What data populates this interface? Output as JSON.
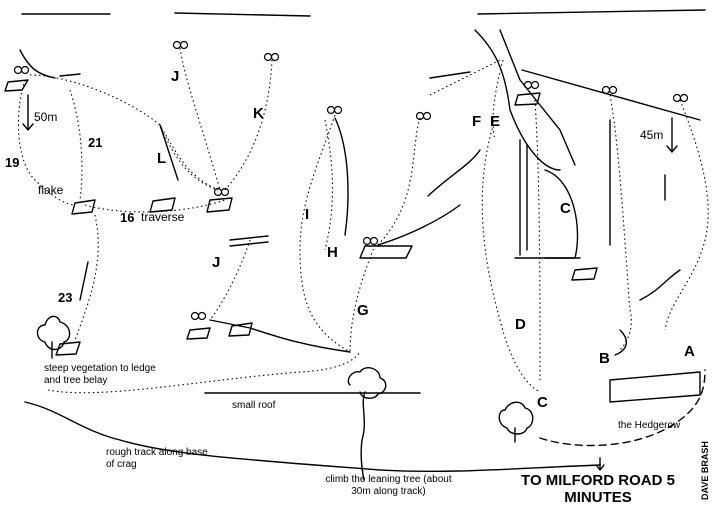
{
  "routes": {
    "J_upper": "J",
    "K": "K",
    "L": "L",
    "J_lower": "J",
    "I": "I",
    "H": "H",
    "G": "G",
    "F": "F",
    "E": "E",
    "C_wall": "C",
    "D": "D",
    "C_base": "C",
    "B": "B",
    "A": "A"
  },
  "route_numbers": {
    "n19": "19",
    "n21": "21",
    "n16": "16",
    "n23": "23"
  },
  "labels": {
    "flake": "flake",
    "traverse": "traverse",
    "height_left": "50m",
    "height_right": "45m",
    "small_roof": "small roof",
    "hedgerow": "the Hedgerow",
    "steep_vegetation": "steep vegetation to ledge and tree belay",
    "rough_track": "rough track along base of crag",
    "climb_tree": "climb the leaning tree (about 30m along track)",
    "milford_road": "TO MILFORD ROAD 5 MINUTES",
    "author": "DAVE BRASH"
  }
}
